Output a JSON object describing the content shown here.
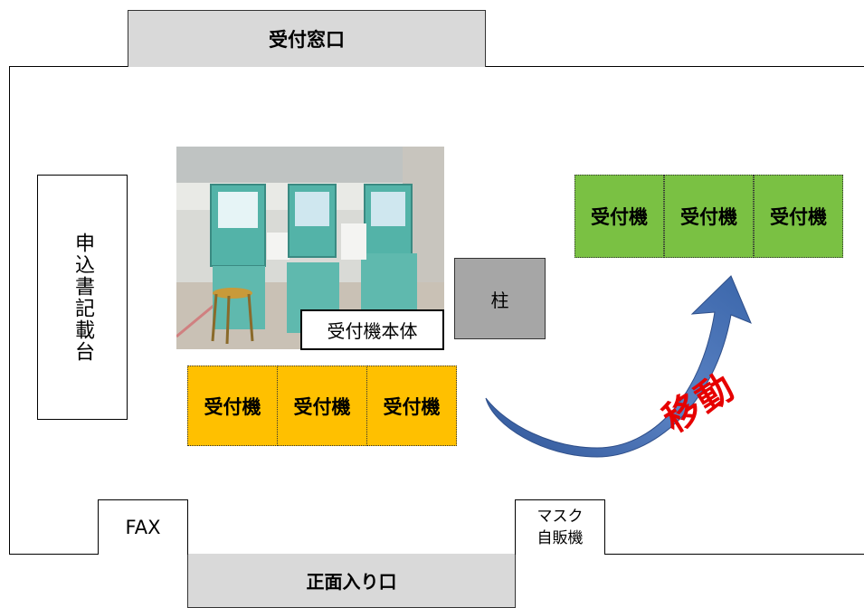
{
  "counter": {
    "label": "受付窓口"
  },
  "entrance": {
    "label": "正面入り口"
  },
  "desk": {
    "label": "申込書記載台"
  },
  "fax": {
    "label": "FAX"
  },
  "vending": {
    "line1": "マスク",
    "line2": "自販機"
  },
  "pillar": {
    "label": "柱"
  },
  "photo": {
    "caption": "受付機本体"
  },
  "old_machines": [
    "受付機",
    "受付機",
    "受付機"
  ],
  "new_machines": [
    "受付機",
    "受付機",
    "受付機"
  ],
  "arrow": {
    "label": "移動",
    "color": "#4a72b0",
    "label_color": "#e60000"
  },
  "colors": {
    "orange": "#ffc000",
    "green": "#7ac143",
    "gray": "#d9d9d9",
    "pillar": "#a6a6a6"
  }
}
